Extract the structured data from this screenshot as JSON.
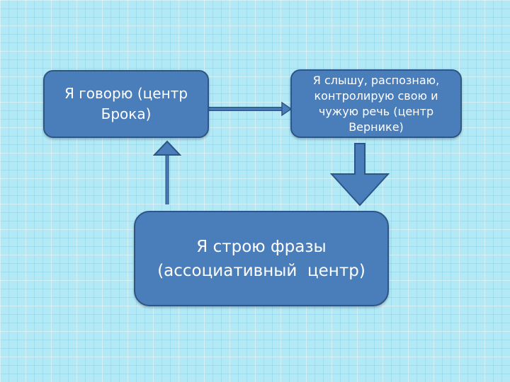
{
  "diagram": {
    "nodes": {
      "broca": "Я говорю (центр Брока)",
      "wernicke": "Я слышу, распознаю, контролирую свою и чужую речь (центр Вернике)",
      "associative": "Я строю фразы (ассоциативный  центр)"
    },
    "edges": [
      {
        "from": "broca",
        "to": "wernicke"
      },
      {
        "from": "wernicke",
        "to": "associative"
      },
      {
        "from": "associative",
        "to": "broca"
      }
    ],
    "colors": {
      "node_fill": "#4a7ebb",
      "node_border": "#2d5586",
      "node_text": "#ffffff",
      "background": "#b3e8f5"
    }
  }
}
